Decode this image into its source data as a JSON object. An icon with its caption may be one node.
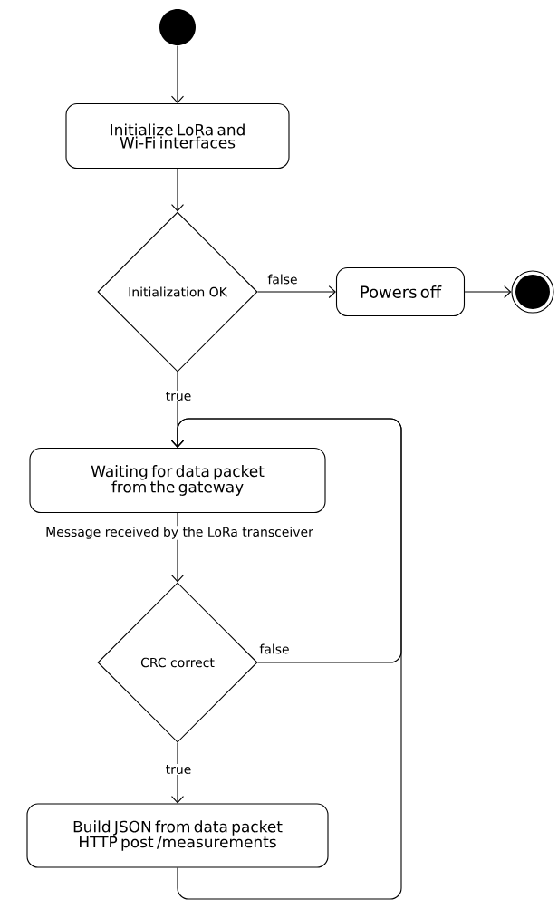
{
  "diagram": {
    "nodes": [
      {
        "text": [],
        "shape": "circle"
      },
      {
        "text": [
          "Initialize LoRa and Wi-Fi interfaces"
        ]
      },
      {
        "text": [
          "Initialization OK"
        ]
      },
      {
        "text": [
          "Powers off"
        ]
      },
      {
        "text": [],
        "shape": "circle"
      },
      {
        "text": [
          "Waiting for data packet from the gateway"
        ]
      },
      {
        "text": [
          "CRC correct"
        ]
      },
      {
        "text": [
          "Build JSON from data packet HTTP post /measurements"
        ]
      }
    ],
    "edges": [
      {
        "from": 0,
        "to": 1,
        "arrow": "to"
      },
      {
        "from": 1,
        "to": 2,
        "arrow": "to"
      },
      {
        "from": 2,
        "to": 3,
        "arrow": "to",
        "label": "false"
      },
      {
        "from": 3,
        "to": 4,
        "arrow": "to"
      },
      {
        "from": 2,
        "to": 5,
        "arrow": "to",
        "label": "true"
      },
      {
        "from": 5,
        "to": 6,
        "arrow": "to",
        "label": "Message received by the LoRa transceiver"
      },
      {
        "from": 6,
        "to": 5,
        "arrow": "to",
        "label": "false"
      },
      {
        "from": 6,
        "to": 7,
        "arrow": "to",
        "label": "true"
      },
      {
        "from": 7,
        "to": 5,
        "arrow": "to"
      }
    ]
  }
}
